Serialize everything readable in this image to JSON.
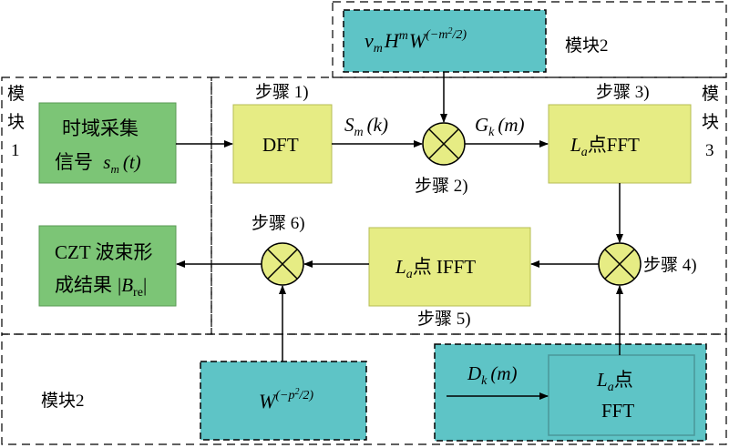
{
  "regions": {
    "module_top": "模块2",
    "module_left": [
      "模",
      "块",
      "1"
    ],
    "module_right": [
      "模",
      "块",
      "3"
    ],
    "module_bottom": "模块2"
  },
  "blocks": {
    "time_sampling": {
      "line1": "时域采集",
      "line2_prefix": "信号",
      "sym": "s",
      "sub": "m",
      "arg": "(t)"
    },
    "dft": {
      "label": "DFT"
    },
    "vm_block": {
      "v": "v",
      "v_sub": "m",
      "h": "H",
      "h_sup": "m",
      "w": "W",
      "w_sup_open": "(−m",
      "w_sup_pow": "2",
      "w_sup_close": "/2)"
    },
    "la_fft": {
      "l": "L",
      "sub": "a",
      "suffix": "点FFT"
    },
    "la_ifft": {
      "l": "L",
      "sub": "a",
      "suffix": "点 IFFT"
    },
    "czt_result": {
      "line1": "CZT 波束形",
      "line2": "成结果",
      "b": "B",
      "b_sub": "re"
    },
    "w_block": {
      "w": "W",
      "sup_open": "(−p",
      "sup_pow": "2",
      "sup_close": "/2)"
    },
    "la_fft2": {
      "line1_l": "L",
      "line1_sub": "a",
      "line1_suffix": "点",
      "line2": "FFT"
    }
  },
  "signals": {
    "sm": {
      "s": "S",
      "sub": "m",
      "arg": "(k)"
    },
    "gk": {
      "g": "G",
      "sub": "k",
      "arg": "(m)"
    },
    "dk": {
      "d": "D",
      "sub": "k",
      "arg": "(m)"
    }
  },
  "steps": {
    "step1": "步骤 1)",
    "step2": "步骤 2)",
    "step3": "步骤 3)",
    "step4": "步骤 4)",
    "step5": "步骤 5)",
    "step6": "步骤 6)"
  },
  "colors": {
    "green": "#7cc576",
    "yellow": "#e6ec84",
    "teal": "#5ec4c6",
    "line": "#000000"
  }
}
